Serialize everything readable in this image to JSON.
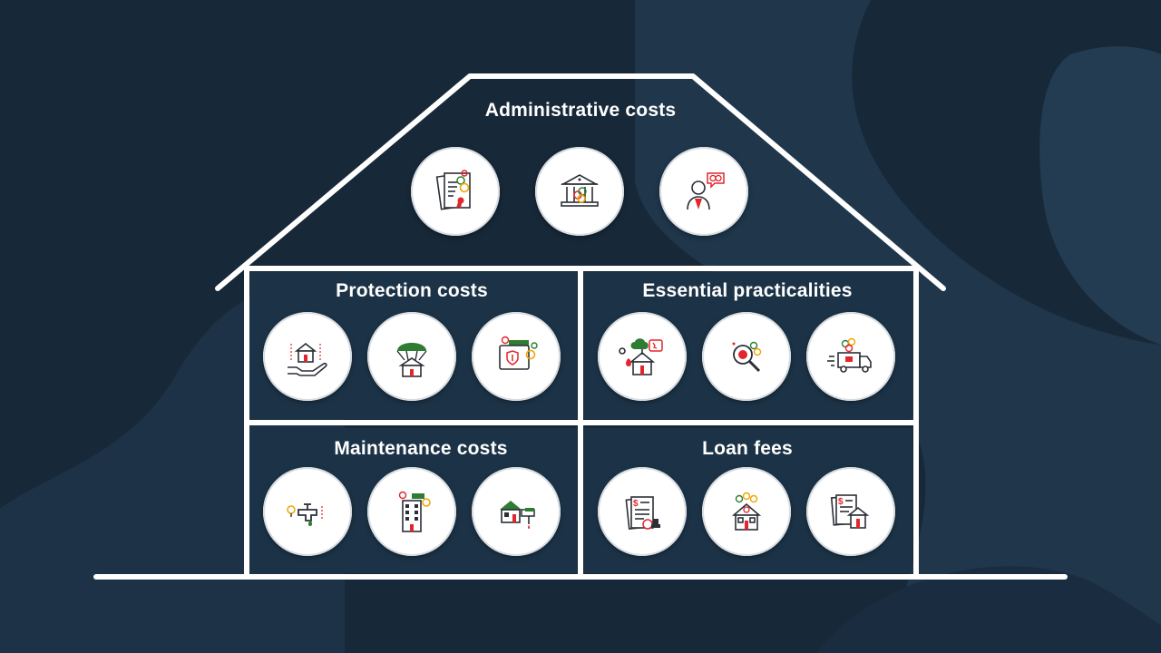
{
  "diagram": {
    "sections": [
      {
        "id": "administrative",
        "title": "Administrative costs",
        "icons": [
          "fee-documents-icon",
          "bank-building-icon",
          "advisor-icon"
        ]
      },
      {
        "id": "protection",
        "title": "Protection costs",
        "icons": [
          "home-insurance-hand-icon",
          "parachute-house-icon",
          "wallet-shield-icon"
        ]
      },
      {
        "id": "essential",
        "title": "Essential practicalities",
        "icons": [
          "utilities-house-icon",
          "magnifier-search-icon",
          "moving-truck-icon"
        ]
      },
      {
        "id": "maintenance",
        "title": "Maintenance costs",
        "icons": [
          "water-tap-icon",
          "apartment-building-icon",
          "house-repair-icon"
        ]
      },
      {
        "id": "loan",
        "title": "Loan fees",
        "icons": [
          "loan-contract-stamp-icon",
          "house-coins-icon",
          "house-documents-icon"
        ]
      }
    ]
  },
  "colors": {
    "background": "#172838",
    "panel": "#1c3347",
    "line": "#ffffff",
    "icon_red": "#e1262d",
    "icon_green": "#2e7d32",
    "icon_gold": "#f0a500",
    "icon_dark": "#2b2f36"
  }
}
